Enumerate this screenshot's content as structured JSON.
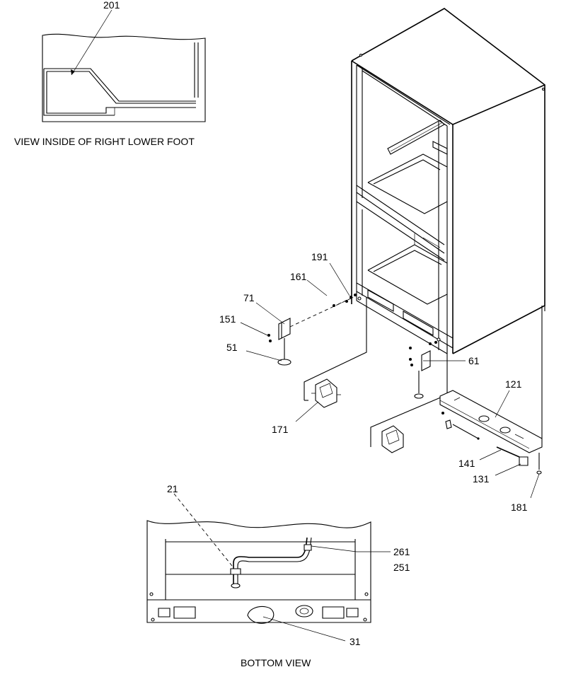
{
  "captions": {
    "foot_view": "VIEW INSIDE OF RIGHT LOWER FOOT",
    "bottom_view": "BOTTOM VIEW"
  },
  "callouts": {
    "c201": "201",
    "c191": "191",
    "c161": "161",
    "c71": "71",
    "c151": "151",
    "c51": "51",
    "c61": "61",
    "c121": "121",
    "c171": "171",
    "c141": "141",
    "c131": "131",
    "c181": "181",
    "c21": "21",
    "c261": "261",
    "c251": "251",
    "c31": "31"
  }
}
